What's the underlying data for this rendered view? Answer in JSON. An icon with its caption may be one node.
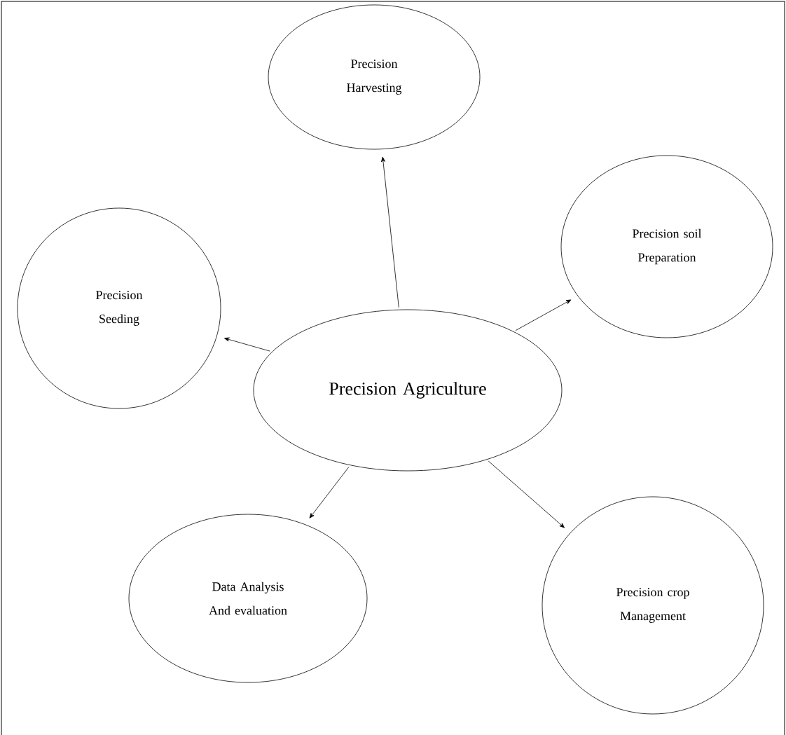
{
  "diagram": {
    "nodes": [
      {
        "text": [
          "Precision Agriculture"
        ]
      },
      {
        "text": [
          "Precision Harvesting"
        ]
      },
      {
        "text": [
          "Precision soil Preparation"
        ]
      },
      {
        "text": [
          "Precision Seeding"
        ]
      },
      {
        "text": [
          "Precision crop Management"
        ]
      },
      {
        "text": [
          "Data Analysis And evaluation"
        ]
      }
    ],
    "edges": [
      {
        "from": 0,
        "to": 1,
        "arrow": "to"
      },
      {
        "from": 0,
        "to": 2,
        "arrow": "to"
      },
      {
        "from": 0,
        "to": 3,
        "arrow": "to"
      },
      {
        "from": 0,
        "to": 4,
        "arrow": "to"
      },
      {
        "from": 0,
        "to": 5,
        "arrow": "to"
      }
    ]
  }
}
